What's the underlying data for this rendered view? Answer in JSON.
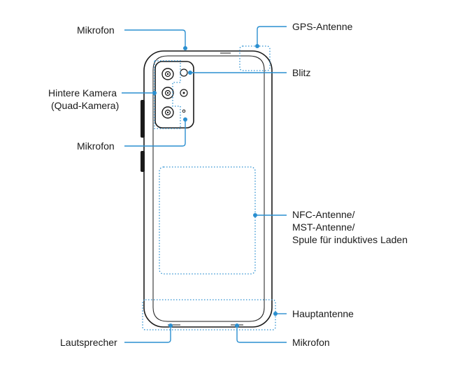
{
  "labels": {
    "mic_top": "Mikrofon",
    "gps": "GPS-Antenne",
    "flash": "Blitz",
    "rear_camera_line1": "Hintere Kamera",
    "rear_camera_line2": "(Quad-Kamera)",
    "mic_camera": "Mikrofon",
    "nfc_line1": "NFC-Antenne/",
    "nfc_line2": "MST-Antenne/",
    "nfc_line3": "Spule für induktives Laden",
    "main_antenna": "Hauptantenne",
    "speaker": "Lautsprecher",
    "mic_bottom": "Mikrofon"
  },
  "colors": {
    "callout": "#2a8fd0",
    "outline": "#1a1a1a"
  }
}
